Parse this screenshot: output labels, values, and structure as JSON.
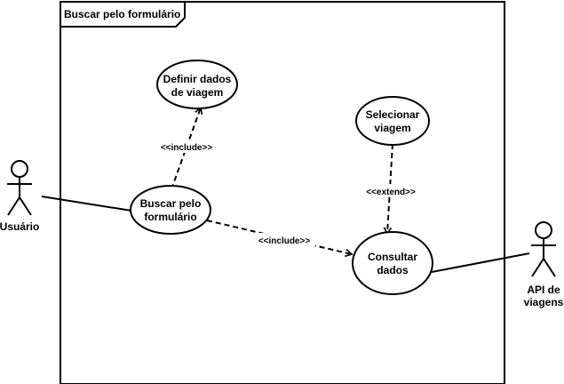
{
  "frame": {
    "title": "Buscar pelo formulário"
  },
  "actors": {
    "usuario": {
      "label": "Usuário"
    },
    "api": {
      "label_line1": "API de",
      "label_line2": "viagens"
    }
  },
  "use_cases": {
    "definir": {
      "line1": "Definir dados",
      "line2": "de viagem"
    },
    "selecionar": {
      "line1": "Selecionar",
      "line2": "viagem"
    },
    "buscar": {
      "line1": "Buscar pelo",
      "line2": "formulário"
    },
    "consultar": {
      "line1": "Consultar",
      "line2": "dados"
    }
  },
  "relations": {
    "include_definir": "<<include>>",
    "extend_selecionar": "<<extend>>",
    "include_consultar": "<<include>>"
  },
  "colors": {
    "stroke": "#000000",
    "background": "#ffffff"
  }
}
